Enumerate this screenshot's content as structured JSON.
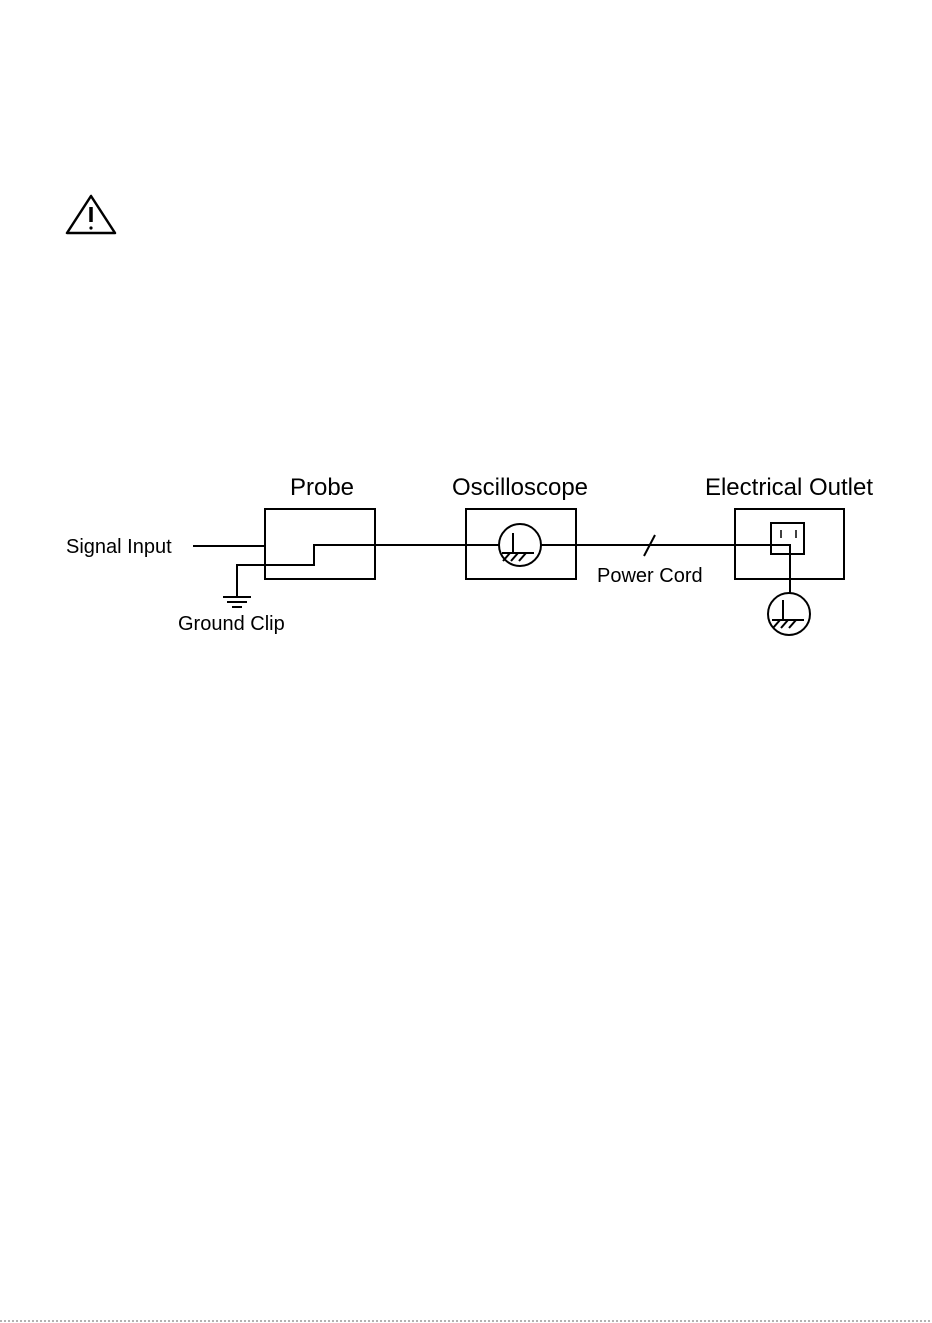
{
  "colors": {
    "ink": "#000000",
    "background": "#ffffff"
  },
  "icons": {
    "warning": "warning-triangle-icon",
    "ground": "earth-ground-icon",
    "protective_earth": "protective-earth-icon",
    "outlet": "outlet-socket-icon"
  },
  "diagram": {
    "probe_title": "Probe",
    "oscilloscope_title": "Oscilloscope",
    "outlet_title": "Electrical Outlet",
    "signal_input_label": "Signal Input",
    "ground_clip_label": "Ground Clip",
    "power_cord_label": "Power Cord"
  }
}
